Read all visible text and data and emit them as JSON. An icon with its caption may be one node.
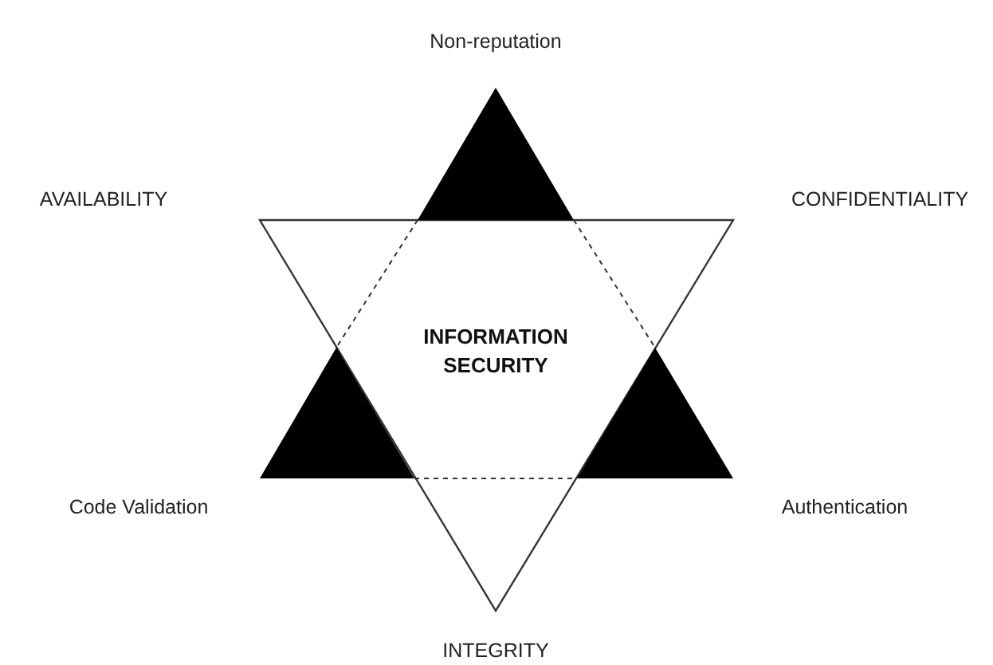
{
  "diagram": {
    "nodes": [
      {
        "text": [
          "INFORMATION SECURITY"
        ]
      }
    ],
    "labels": [
      "Non-reputation",
      "AVAILABILITY",
      "CONFIDENTIALITY",
      "Code Validation",
      "Authentication",
      "INTEGRITY"
    ]
  }
}
